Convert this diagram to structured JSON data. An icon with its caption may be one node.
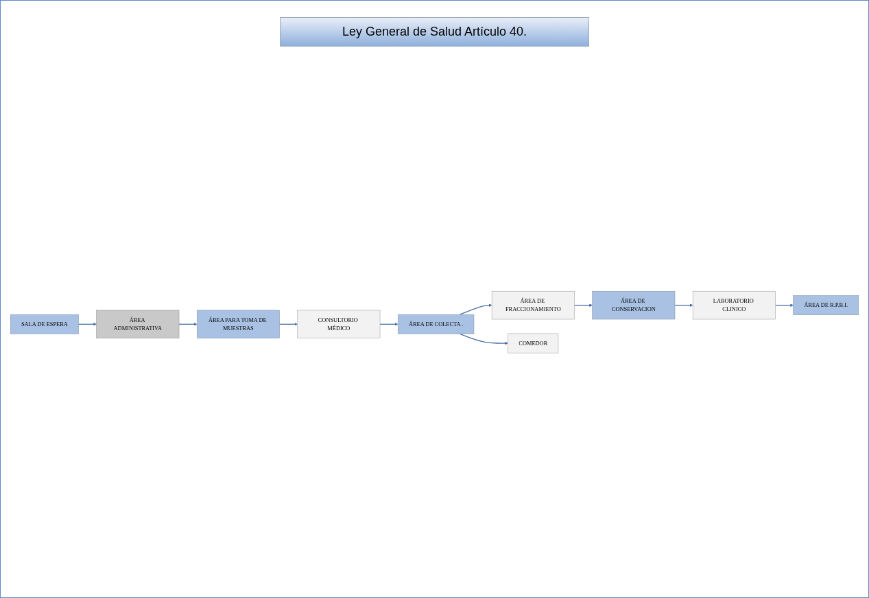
{
  "diagram": {
    "title": "Ley General de Salud Artículo 40.",
    "nodes": [
      {
        "text": [
          "SALA DE ESPERA"
        ]
      },
      {
        "text": [
          "ÁREA ADMINISTRATIVA"
        ]
      },
      {
        "text": [
          "ÁREA PARA TOMA DE MUESTRAS"
        ]
      },
      {
        "text": [
          "CONSULTORIO MÉDICO"
        ]
      },
      {
        "text": [
          "ÁREA DE COLECTA ."
        ]
      },
      {
        "text": [
          "ÁREA DE FRACCIONAMIENTO"
        ]
      },
      {
        "text": [
          "COMEDOR"
        ]
      },
      {
        "text": [
          "ÁREA DE CONSERVACION"
        ]
      },
      {
        "text": [
          "LABORATORIO CLINICO"
        ]
      },
      {
        "text": [
          "ÁREA DE R.P.B.I."
        ]
      }
    ],
    "edges": [
      {
        "from": 0,
        "to": 1,
        "arrow": "to"
      },
      {
        "from": 1,
        "to": 2,
        "arrow": "to"
      },
      {
        "from": 2,
        "to": 3,
        "arrow": "to"
      },
      {
        "from": 3,
        "to": 4,
        "arrow": "to"
      },
      {
        "from": 4,
        "to": 5,
        "arrow": "to"
      },
      {
        "from": 4,
        "to": 6,
        "arrow": "to"
      },
      {
        "from": 5,
        "to": 7,
        "arrow": "to"
      },
      {
        "from": 7,
        "to": 8,
        "arrow": "to"
      },
      {
        "from": 8,
        "to": 9,
        "arrow": "to"
      }
    ]
  }
}
